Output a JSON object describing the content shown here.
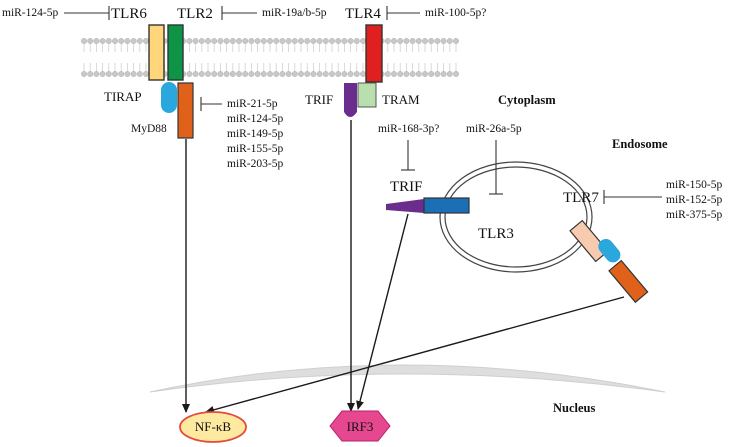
{
  "receptors": {
    "tlr6": "TLR6",
    "tlr2": "TLR2",
    "tlr4": "TLR4",
    "tlr3": "TLR3",
    "tlr7": "TLR7"
  },
  "adaptors": {
    "tirap": "TIRAP",
    "myd88": "MyD88",
    "trif_membrane": "TRIF",
    "tram": "TRAM",
    "trif_endosome": "TRIF"
  },
  "compartments": {
    "cytoplasm": "Cytoplasm",
    "endosome": "Endosome",
    "nucleus": "Nucleus"
  },
  "outputs": {
    "nfkb": "NF-κB",
    "irf3": "IRF3"
  },
  "mirnas": {
    "tlr6": "miR-124-5p",
    "tlr2": "miR-19a/b-5p",
    "tlr4": "miR-100-5p?",
    "myd88": [
      "miR-21-5p",
      "miR-124-5p",
      "miR-149-5p",
      "miR-155-5p",
      "miR-203-5p"
    ],
    "trif": "miR-168-3p?",
    "tlr3": "miR-26a-5p",
    "tlr7": [
      "miR-150-5p",
      "miR-152-5p",
      "miR-375-5p"
    ]
  },
  "colors": {
    "tlr6": "#ffd77a",
    "tlr2": "#0e9447",
    "tlr4": "#e02020",
    "tirap": "#2aa7dd",
    "myd88": "#e0621a",
    "trif": "#6a2d8e",
    "tram": "#b9dfae",
    "tlr3": "#1a6fb5",
    "tlr7": "#f7cbb0",
    "nfkb_fill": "#fdeaa0",
    "nfkb_border": "#e64a3c",
    "irf3": "#e5488f",
    "membrane": "#c8c8c8",
    "nucleus": "#dedede"
  }
}
